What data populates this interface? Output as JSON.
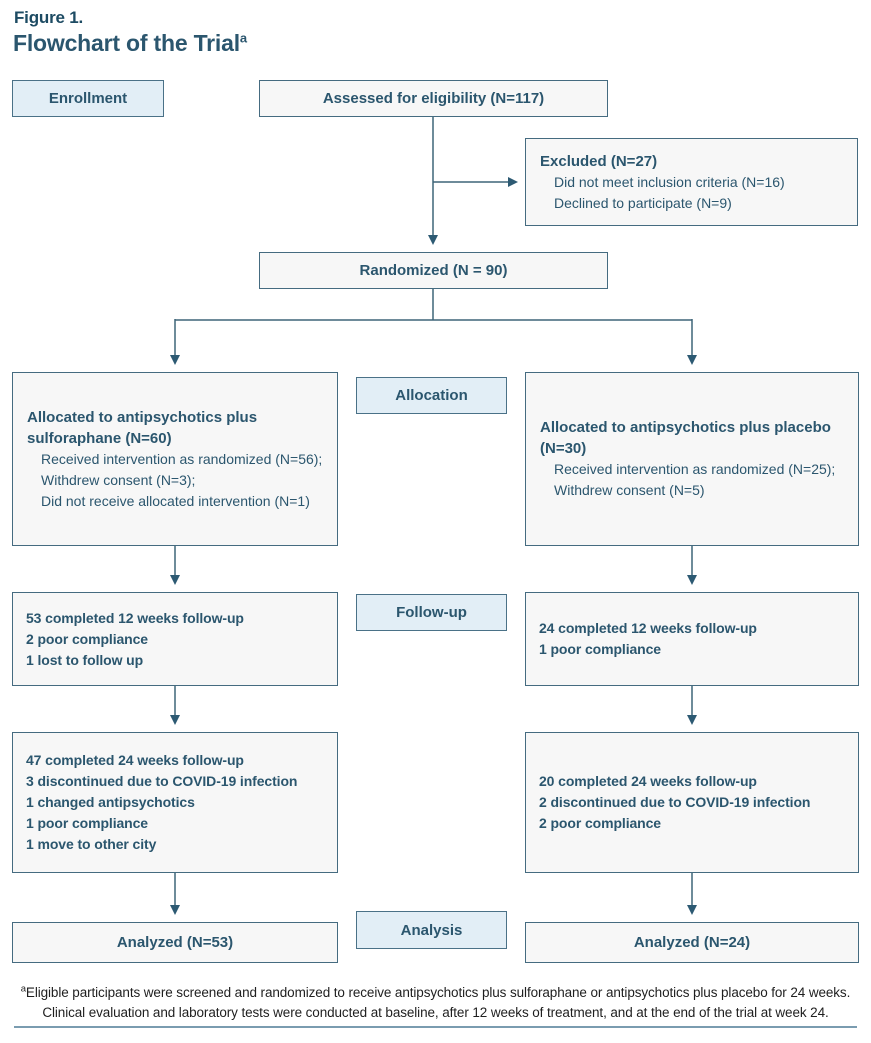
{
  "figure": {
    "eyebrow": "Figure 1.",
    "title": "Flowchart of the Trial",
    "title_superscript": "a"
  },
  "stage_labels": {
    "enrollment": "Enrollment",
    "allocation": "Allocation",
    "followup": "Follow-up",
    "analysis": "Analysis"
  },
  "boxes": {
    "assessed": {
      "text": "Assessed for eligibility (N=117)"
    },
    "excluded": {
      "title": "Excluded (N=27)",
      "lines": [
        "Did not meet inclusion criteria (N=16)",
        "Declined to participate (N=9)"
      ]
    },
    "randomized": {
      "text": "Randomized (N = 90)"
    },
    "alloc_sulforaphane": {
      "title": "Allocated to antipsychotics plus sulforaphane (N=60)",
      "lines": [
        "Received intervention as randomized (N=56);",
        "Withdrew consent (N=3);",
        "Did not receive allocated intervention (N=1)"
      ]
    },
    "alloc_placebo": {
      "title": "Allocated to antipsychotics plus placebo (N=30)",
      "lines": [
        "Received intervention as randomized (N=25);",
        "Withdrew consent (N=5)"
      ]
    },
    "followup12_sulforaphane": {
      "lines": [
        "53 completed 12 weeks follow-up",
        "2 poor compliance",
        "1 lost to follow up"
      ]
    },
    "followup12_placebo": {
      "lines": [
        "24 completed 12 weeks follow-up",
        "1 poor compliance"
      ]
    },
    "followup24_sulforaphane": {
      "lines": [
        "47 completed 24 weeks follow-up",
        "3 discontinued due to COVID-19 infection",
        "1 changed antipsychotics",
        "1 poor compliance",
        "1 move to other city"
      ]
    },
    "followup24_placebo": {
      "lines": [
        "20 completed 24 weeks follow-up",
        "2 discontinued due to COVID-19 infection",
        "2 poor compliance"
      ]
    },
    "analyzed_sulforaphane": {
      "text": "Analyzed (N=53)"
    },
    "analyzed_placebo": {
      "text": "Analyzed (N=24)"
    }
  },
  "footnote": {
    "superscript": "a",
    "line1": "Eligible participants were screened and randomized to receive antipsychotics plus sulforaphane or antipsychotics plus placebo for 24 weeks.",
    "line2": "Clinical evaluation and laboratory tests were conducted at baseline, after 12 weeks of treatment, and at the end of the trial at week 24."
  },
  "colors": {
    "box_border": "#456b80",
    "box_fill": "#f7f7f7",
    "stage_fill": "#e2eef6",
    "stage_border": "#4a7187",
    "text": "#2b566e",
    "connector": "#3e6579",
    "footnote_rule": "#7a9cb0"
  }
}
